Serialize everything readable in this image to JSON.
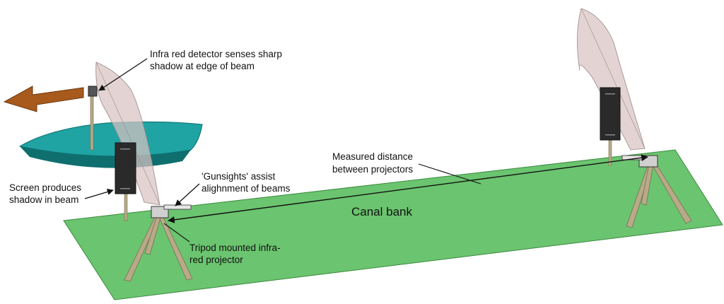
{
  "colors": {
    "bank": "#6bc46f",
    "bank_edge": "#3a8a3e",
    "boat": "#1fa3a3",
    "boat_dark": "#0f6f6f",
    "beam": "#d9c2c2",
    "screen": "#2a2a2a",
    "arrow": "#a85a1c",
    "tripod": "#b8aa88",
    "line": "#111111"
  },
  "labels": {
    "detector": [
      "Infra red detector senses sharp",
      "shadow at edge of beam"
    ],
    "screen": [
      "Screen produces",
      "shadow in beam"
    ],
    "gunsights": [
      "'Gunsights' assist",
      "alighnment of beams"
    ],
    "distance": [
      "Measured distance",
      "between projectors"
    ],
    "bank": "Canal bank",
    "projector": [
      "Tripod mounted infra-",
      "red projector"
    ]
  }
}
